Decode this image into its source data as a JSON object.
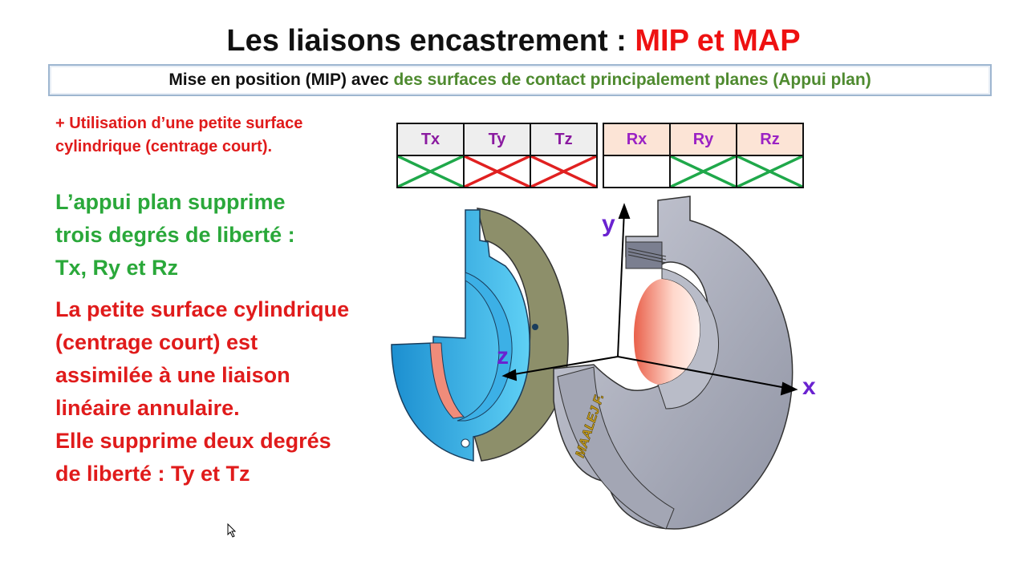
{
  "title": {
    "main": "Les liaisons encastrement : ",
    "highlight": "MIP et MAP"
  },
  "subtitle": {
    "part1": "Mise en position (MIP) avec",
    "part2": "des surfaces de contact principalement planes (Appui plan)"
  },
  "note": {
    "line1": "+ Utilisation d’une petite surface",
    "line2": "cylindrique (centrage court)."
  },
  "green_block": {
    "line1": "L’appui plan supprime",
    "line2": "trois degrés de liberté :",
    "line3": "Tx, Ry et Rz"
  },
  "red_block": {
    "line1": "La petite surface cylindrique",
    "line2": "(centrage court) est",
    "line3": "assimilée à une liaison",
    "line4": "linéaire annulaire.",
    "line5": "Elle supprime deux degrés",
    "line6": "de liberté : Ty et Tz"
  },
  "table": {
    "translations": [
      "Tx",
      "Ty",
      "Tz"
    ],
    "rotations": [
      "Rx",
      "Ry",
      "Rz"
    ],
    "translation_marks": [
      "green",
      "red",
      "red"
    ],
    "rotation_marks": [
      "none",
      "green",
      "green"
    ]
  },
  "colors": {
    "green_mark": "#1fa84a",
    "red_mark": "#e02020",
    "title_red": "#ee1111"
  },
  "axes": {
    "x": "x",
    "y": "y",
    "z": "z"
  },
  "engraving": "MAALEJ F."
}
